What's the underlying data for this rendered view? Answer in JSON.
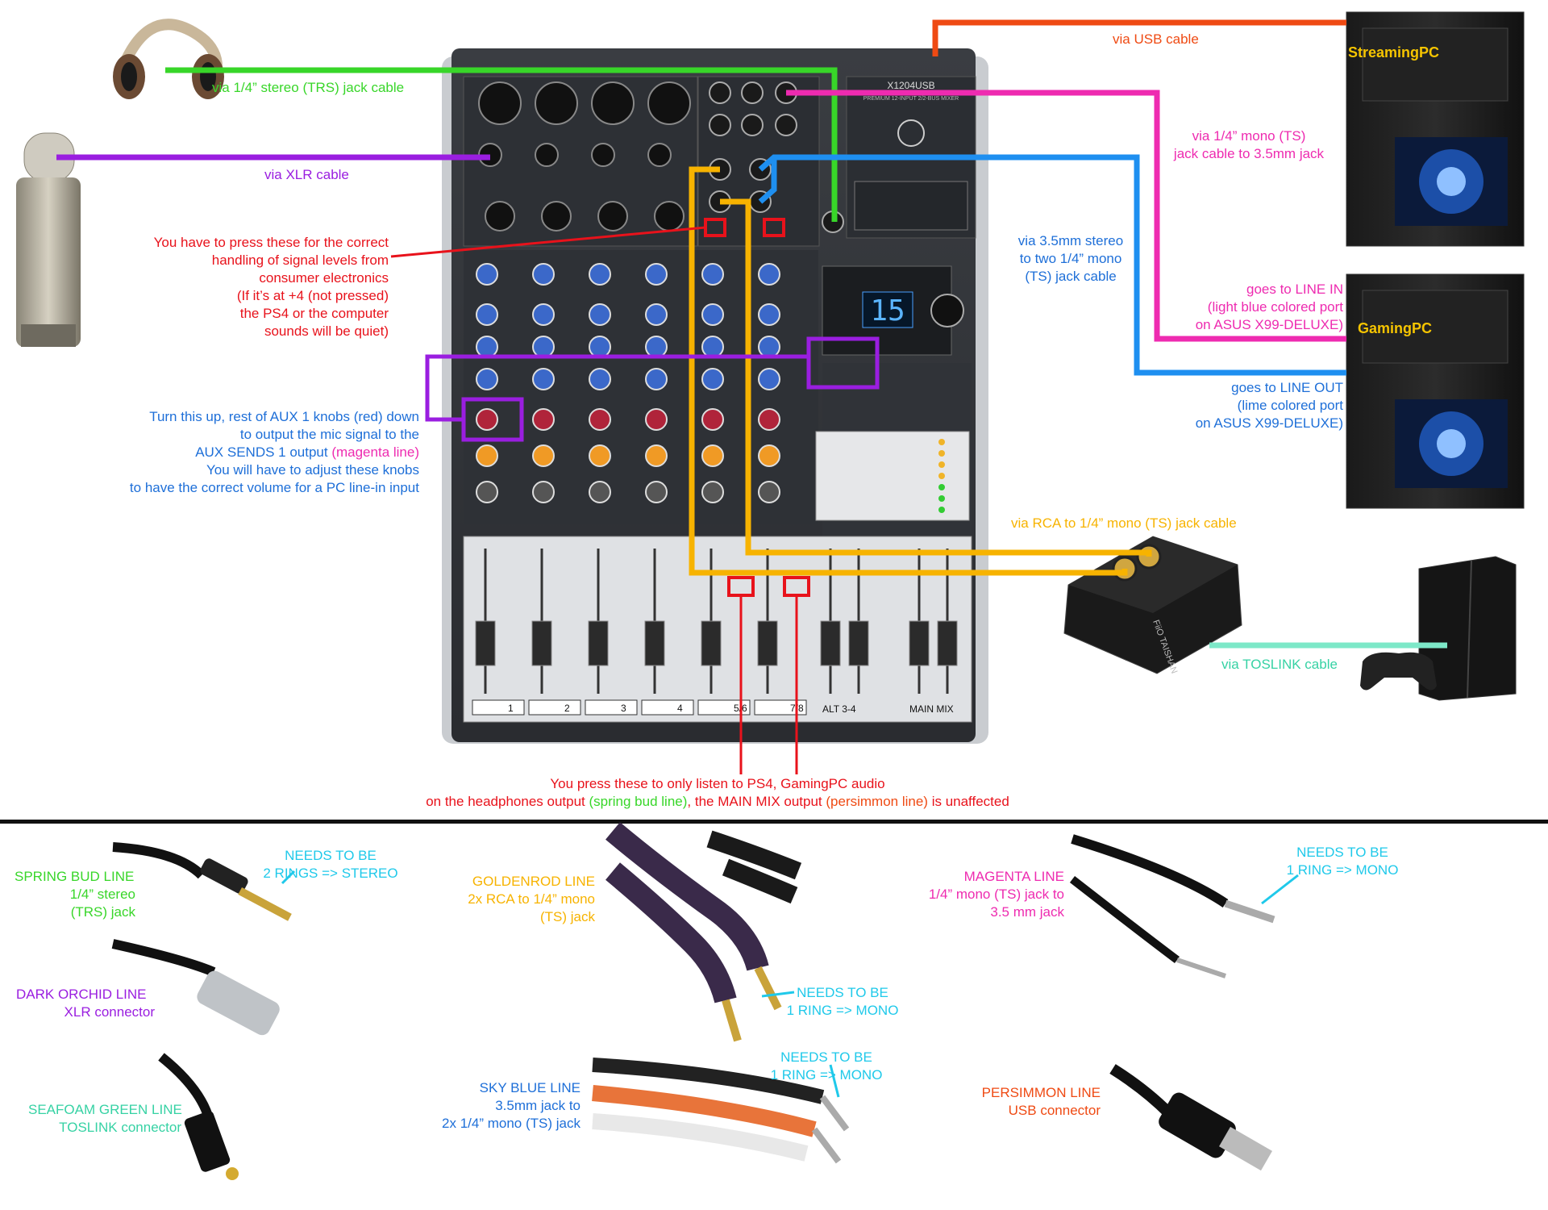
{
  "colors": {
    "spring_bud": "#38d629",
    "dark_orchid": "#9a1ee0",
    "sky_blue": "#1e8ff0",
    "goldenrod": "#f7b300",
    "magenta": "#ee2bb0",
    "persimmon": "#ef4a13",
    "seafoam": "#7de8c8",
    "red_note": "#e8121b",
    "needs_cyan": "#1fc9ea"
  },
  "devices": {
    "streaming_pc": "StreamingPC",
    "gaming_pc": "GamingPC",
    "mixer_brand": "X1204USB",
    "mixer_sub": "PREMIUM 12-INPUT 2/2-BUS MIXER",
    "dsp_readout": "15",
    "dac_brand": "FiiO TAISHAN"
  },
  "cable_labels": {
    "usb": "via USB cable",
    "trs": "via 1/4” stereo (TRS) jack cable",
    "xlr": "via XLR cable",
    "ts_to_35_l1": "via 1/4” mono (TS)",
    "ts_to_35_l2": "jack cable to 3.5mm jack",
    "stereo_35_l1": "via 3.5mm stereo",
    "stereo_35_l2": "to two 1/4” mono",
    "stereo_35_l3": "(TS) jack cable",
    "line_in_l1": "goes to LINE IN",
    "line_in_l2": "(light blue colored port",
    "line_in_l3": "on ASUS X99-DELUXE)",
    "line_out_l1": "goes to LINE OUT",
    "line_out_l2": "(lime colored port",
    "line_out_l3": "on ASUS X99-DELUXE)",
    "rca": "via RCA to 1/4” mono (TS) jack cable",
    "toslink": "via TOSLINK cable"
  },
  "notes": {
    "press_l1": "You have to press these for the correct",
    "press_l2": "handling of signal levels from",
    "press_l3": "consumer electronics",
    "press_l4": "(If it’s at +4 (not pressed)",
    "press_l5": "the PS4 or the computer",
    "press_l6": "sounds will be quiet)",
    "aux_l1": "Turn this up, rest of AUX 1 knobs (red) down",
    "aux_l2": "to output the mic signal to the",
    "aux_l3a": "AUX SENDS 1 output ",
    "aux_l3b": "(magenta line)",
    "aux_l4": "You will have to adjust these knobs",
    "aux_l5": "to have the correct volume for a PC line-in input",
    "bottom_l1": "You press these to only listen to PS4, GamingPC audio",
    "bottom_l2a": "on the headphones output ",
    "bottom_l2b": "(spring bud line)",
    "bottom_l2c": ", the MAIN MIX output ",
    "bottom_l2d": "(persimmon line)",
    "bottom_l2e": " is unaffected"
  },
  "legend": {
    "spring_title": "SPRING BUD LINE",
    "spring_l1": "1/4” stereo",
    "spring_l2": "(TRS) jack",
    "spring_need1": "NEEDS TO BE",
    "spring_need2": "2 RINGS => STEREO",
    "orchid_title": "DARK ORCHID LINE",
    "orchid_l1": "XLR connector",
    "seafoam_title": "SEAFOAM GREEN LINE",
    "seafoam_l1": "TOSLINK connector",
    "gold_title": "GOLDENROD LINE",
    "gold_l1": "2x RCA to 1/4” mono",
    "gold_l2": "(TS) jack",
    "gold_need1": "NEEDS TO BE",
    "gold_need2": "1 RING => MONO",
    "sky_title": "SKY BLUE LINE",
    "sky_l1": "3.5mm jack to",
    "sky_l2": "2x 1/4” mono (TS) jack",
    "sky_need1": "NEEDS TO BE",
    "sky_need2": "1 RING => MONO",
    "magenta_title": "MAGENTA LINE",
    "magenta_l1": "1/4” mono (TS) jack to",
    "magenta_l2": "3.5 mm jack",
    "magenta_need1": "NEEDS TO BE",
    "magenta_need2": "1 RING => MONO",
    "persimmon_title": "PERSIMMON LINE",
    "persimmon_l1": "USB connector"
  },
  "mixer_channels": [
    "1",
    "2",
    "3",
    "4",
    "5/6",
    "7/8"
  ],
  "mixer_bottom": {
    "alt": "ALT 3-4",
    "main": "MAIN MIX"
  }
}
